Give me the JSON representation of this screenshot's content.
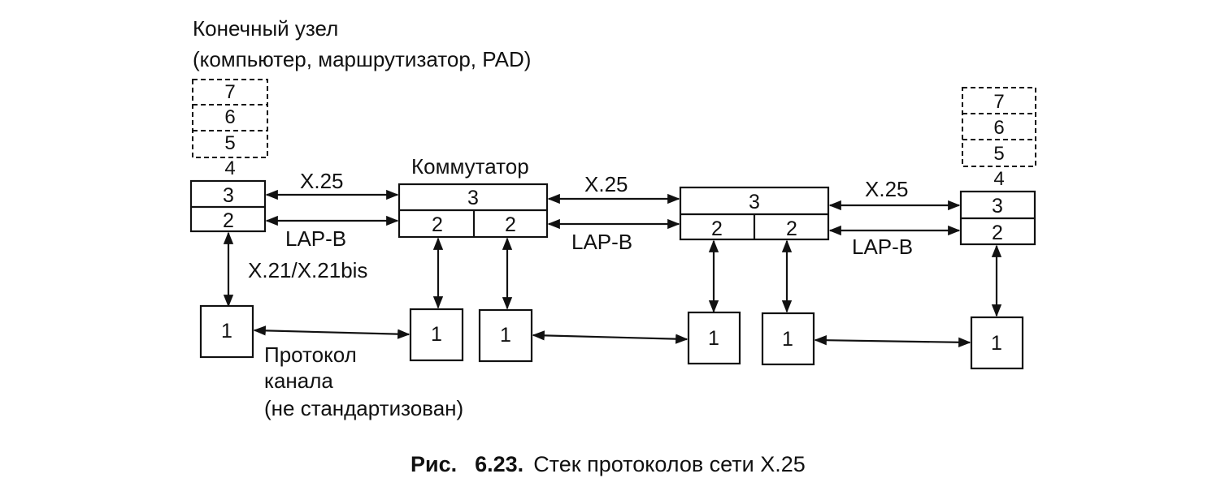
{
  "end_node": {
    "title": "Конечный узел",
    "subtitle": "(компьютер, маршрутизатор, PAD)"
  },
  "switch_label": "Коммутатор",
  "layers": {
    "l7": "7",
    "l6": "6",
    "l5": "5",
    "l4": "4",
    "l3": "3",
    "l2": "2",
    "l1": "1"
  },
  "links": {
    "x25": "X.25",
    "lapb": "LAP-B",
    "x21": "X.21/X.21bis"
  },
  "channel_protocol": {
    "line1": "Протокол",
    "line2": "канала",
    "line3": "(не стандартизован)"
  },
  "caption": {
    "prefix": "Рис.",
    "number": "6.23.",
    "text": "Стек протоколов сети X.25"
  }
}
